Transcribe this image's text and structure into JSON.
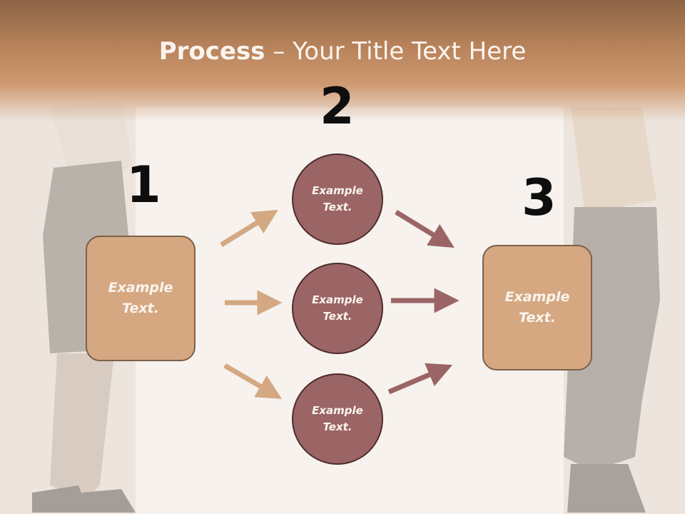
{
  "title": {
    "bold": "Process",
    "rest": " – Your Title Text Here"
  },
  "steps": {
    "one": "1",
    "two": "2",
    "three": "3"
  },
  "left_box": {
    "line1": "Example",
    "line2": "Text."
  },
  "right_box": {
    "line1": "Example",
    "line2": "Text."
  },
  "circles": [
    {
      "line1": "Example",
      "line2": "Text."
    },
    {
      "line1": "Example",
      "line2": "Text."
    },
    {
      "line1": "Example",
      "line2": "Text."
    }
  ],
  "colors": {
    "header": "#b9845c",
    "box_fill": "#d5a882",
    "circle_fill": "#9b6565",
    "arrow_light": "#d3a882",
    "arrow_dark": "#9b6565"
  }
}
